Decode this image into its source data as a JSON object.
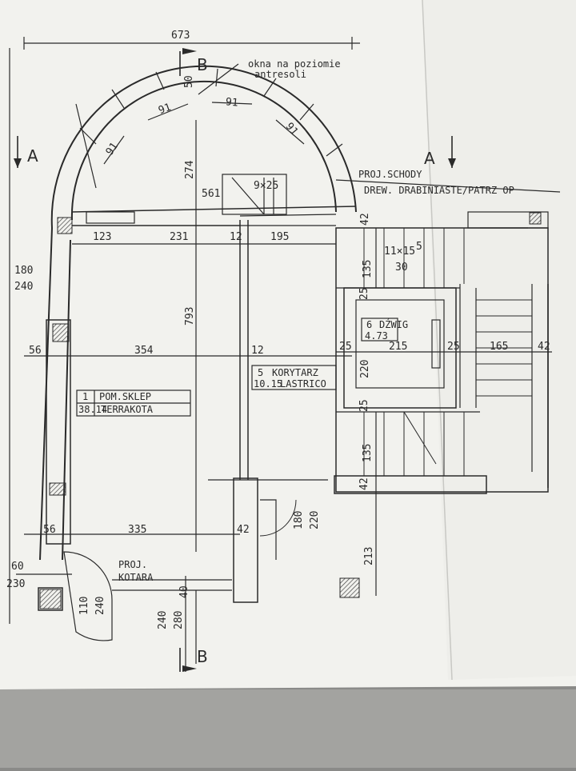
{
  "paper_color": "#f2f2ee",
  "ink_color": "#2a2a2a",
  "section_marks": {
    "a_left": "A",
    "a_right": "A",
    "b_top": "B",
    "b_bottom": "B"
  },
  "notes": {
    "windows_line1": "okna na poziomie",
    "windows_line2": "antresoli",
    "stairs_line1": "PROJ.SCHODY",
    "stairs_line2": "DREW. DRABINIASTE/PATRZ OP",
    "curtain_line1": "PROJ.",
    "curtain_line2": "KOTARA"
  },
  "rooms": [
    {
      "number": "1",
      "name": "POM.SKLEP",
      "area": "38.14",
      "floor": "TERRAKOTA"
    },
    {
      "number": "5",
      "name": "KORYTARZ",
      "area": "10.15",
      "floor": "LASTRICO"
    },
    {
      "number": "6",
      "name": "DŹWIG",
      "area": "4.73"
    }
  ],
  "dimensions": {
    "top_width": "673",
    "d50": "50",
    "arc_91_a": "91",
    "arc_91_b": "91",
    "arc_91_c": "91",
    "arc_91_d": "91",
    "arc_274": "274",
    "d561": "561",
    "stair_9x25": "9×25",
    "d123": "123",
    "d231": "231",
    "d12_top": "12",
    "d195": "195",
    "d42_a": "42",
    "stair_11x15": "11×15",
    "d30": "30",
    "d5": "5",
    "d135_a": "135",
    "d180": "180",
    "d240_left": "240",
    "d793": "793",
    "d25_a": "25",
    "d56_top": "56",
    "d354": "354",
    "d12_mid": "12",
    "d25_b": "25",
    "d215": "215",
    "d25_c": "25",
    "d165": "165",
    "d42_b": "42",
    "d220": "220",
    "d25_d": "25",
    "d135_b": "135",
    "d42_c": "42",
    "door_180": "180",
    "door_220": "220",
    "d56_bot": "56",
    "d335": "335",
    "d42_d": "42",
    "d213": "213",
    "d60": "60",
    "d230": "230",
    "d110": "110",
    "d240_door": "240",
    "d240_b": "240",
    "d280": "280",
    "d40": "40"
  }
}
